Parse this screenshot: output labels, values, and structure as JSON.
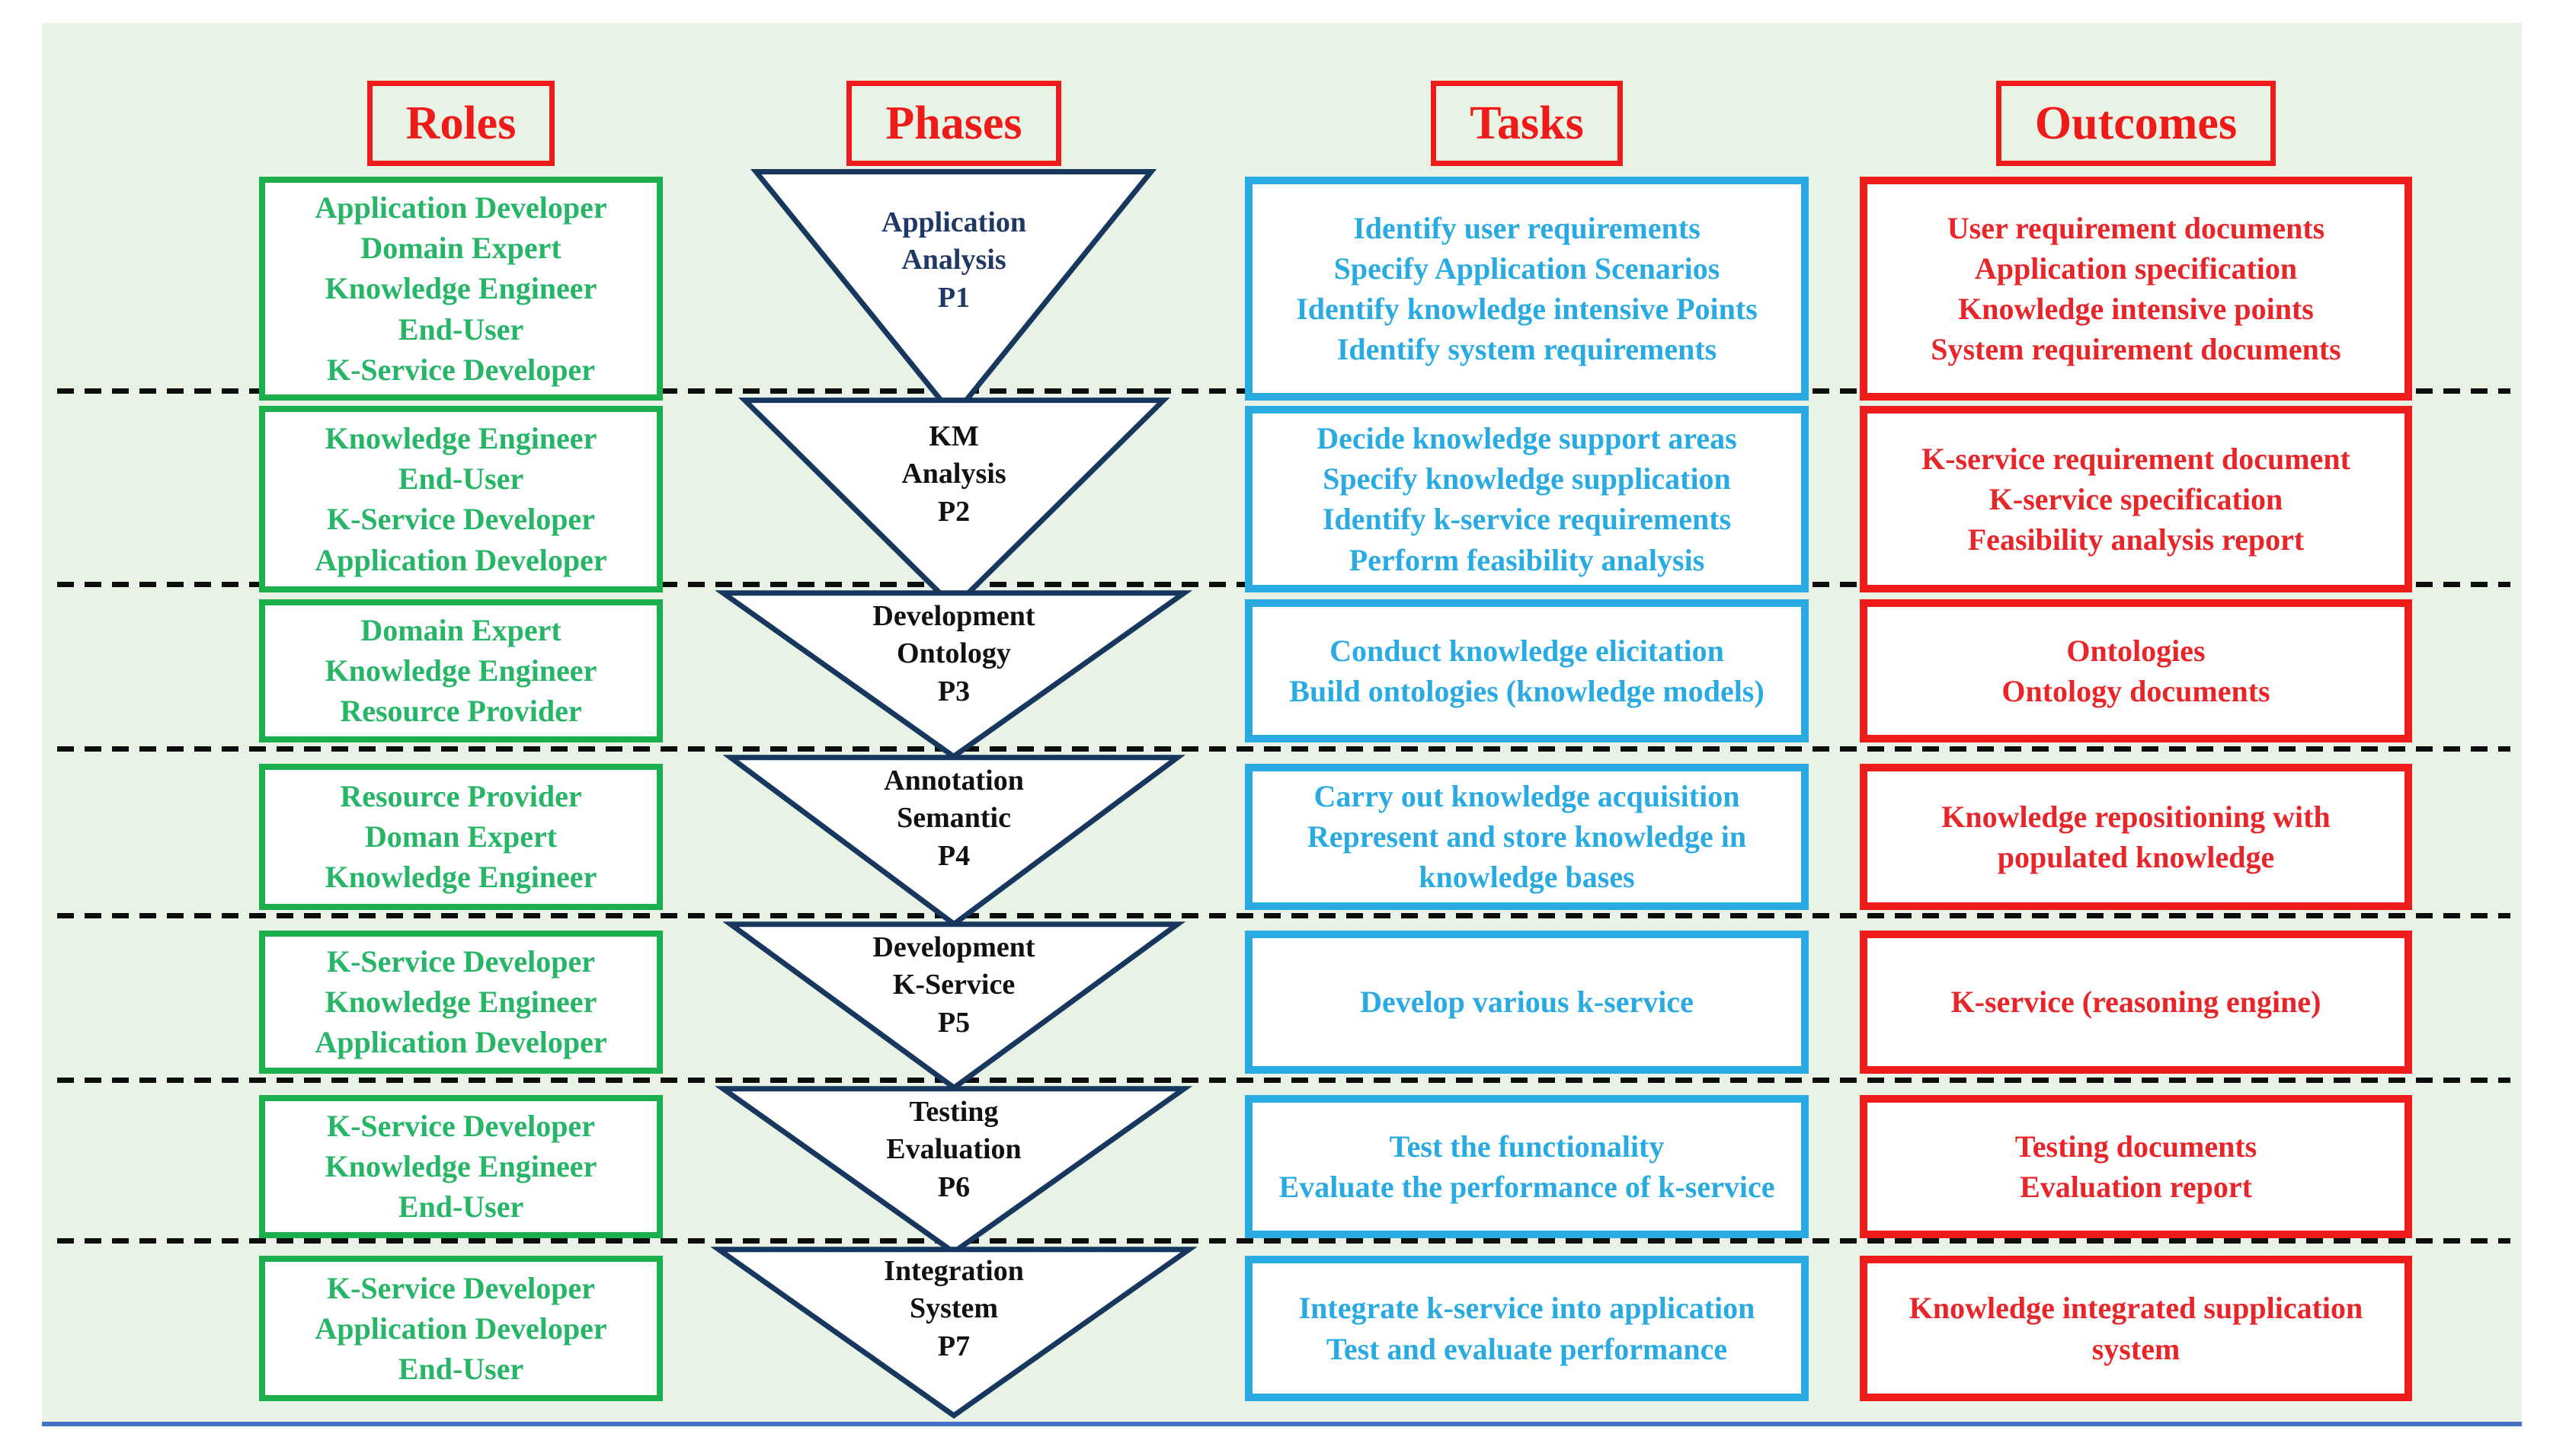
{
  "colors": {
    "panel_background": "#E9F3E5",
    "red": "#EE1B1B",
    "green_border": "#1CAF4E",
    "green_text": "#27B567",
    "cyan": "#29ABE2",
    "navy": "#17375E",
    "phase1_text": "#1F3864",
    "phase_text_black": "#111111",
    "separator": "#0D0D0D",
    "bottom_line": "#4472C4"
  },
  "headers": [
    "Roles",
    "Phases",
    "Tasks",
    "Outcomes"
  ],
  "rows": [
    {
      "roles": [
        "Application Developer",
        "Domain Expert",
        "Knowledge Engineer",
        "End-User",
        "K-Service Developer"
      ],
      "phase": {
        "lines": [
          "Application",
          "Analysis"
        ],
        "id": "P1",
        "text_color": "#1F3864"
      },
      "tasks": [
        "Identify user requirements",
        "Specify Application Scenarios",
        "Identify knowledge intensive Points",
        "Identify system requirements"
      ],
      "outcomes": [
        "User requirement documents",
        "Application specification",
        "Knowledge intensive points",
        "System requirement documents"
      ]
    },
    {
      "roles": [
        "Knowledge Engineer",
        "End-User",
        "K-Service Developer",
        "Application Developer"
      ],
      "phase": {
        "lines": [
          "KM",
          "Analysis"
        ],
        "id": "P2",
        "text_color": "#111111"
      },
      "tasks": [
        "Decide knowledge support areas",
        "Specify knowledge supplication",
        "Identify k-service requirements",
        "Perform feasibility analysis"
      ],
      "outcomes": [
        "K-service requirement document",
        "K-service specification",
        "Feasibility analysis report"
      ]
    },
    {
      "roles": [
        "Domain Expert",
        "Knowledge Engineer",
        "Resource Provider"
      ],
      "phase": {
        "lines": [
          "Development",
          "Ontology"
        ],
        "id": "P3",
        "text_color": "#111111"
      },
      "tasks": [
        "Conduct knowledge elicitation",
        "Build ontologies (knowledge models)"
      ],
      "outcomes": [
        "Ontologies",
        "Ontology documents"
      ]
    },
    {
      "roles": [
        "Resource Provider",
        "Doman Expert",
        "Knowledge Engineer"
      ],
      "phase": {
        "lines": [
          "Annotation",
          "Semantic"
        ],
        "id": "P4",
        "text_color": "#111111"
      },
      "tasks": [
        "Carry out knowledge acquisition",
        "Represent and store knowledge in knowledge bases"
      ],
      "outcomes": [
        "Knowledge repositioning with populated knowledge"
      ]
    },
    {
      "roles": [
        "K-Service Developer",
        "Knowledge Engineer",
        "Application Developer"
      ],
      "phase": {
        "lines": [
          "Development",
          "K-Service"
        ],
        "id": "P5",
        "text_color": "#111111"
      },
      "tasks": [
        "Develop various k-service"
      ],
      "outcomes": [
        "K-service (reasoning engine)"
      ]
    },
    {
      "roles": [
        "K-Service Developer",
        "Knowledge Engineer",
        "End-User"
      ],
      "phase": {
        "lines": [
          "Testing",
          "Evaluation"
        ],
        "id": "P6",
        "text_color": "#111111"
      },
      "tasks": [
        "Test the functionality",
        "Evaluate the performance of k-service"
      ],
      "outcomes": [
        "Testing documents",
        "Evaluation report"
      ]
    },
    {
      "roles": [
        "K-Service Developer",
        "Application Developer",
        "End-User"
      ],
      "phase": {
        "lines": [
          "Integration",
          "System"
        ],
        "id": "P7",
        "text_color": "#111111"
      },
      "tasks": [
        "Integrate k-service into application",
        "Test and evaluate performance"
      ],
      "outcomes": [
        "Knowledge integrated supplication system"
      ]
    }
  ]
}
